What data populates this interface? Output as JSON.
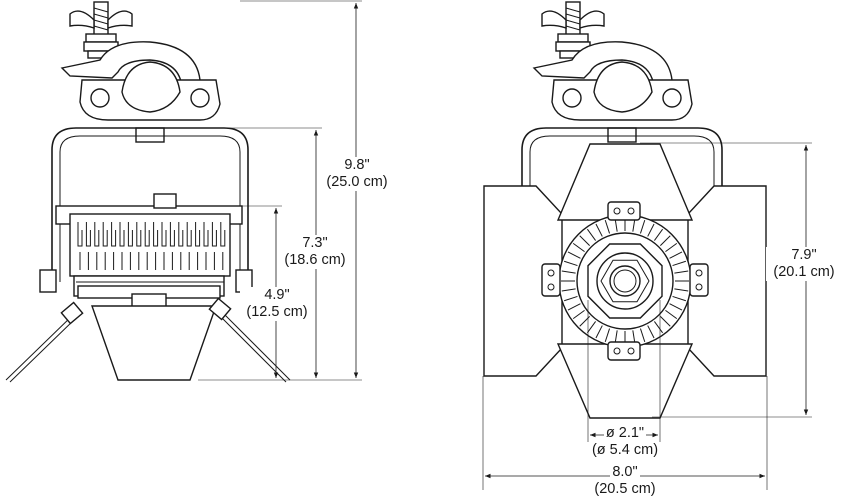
{
  "dimensions": {
    "overall_height": {
      "in": "9.8\"",
      "cm": "(25.0 cm)"
    },
    "yoke_height": {
      "in": "7.3\"",
      "cm": "(18.6 cm)"
    },
    "body_height": {
      "in": "4.9\"",
      "cm": "(12.5 cm)"
    },
    "front_height": {
      "in": "7.9\"",
      "cm": "(20.1 cm)"
    },
    "lens_diameter": {
      "in": "ø 2.1\"",
      "cm": "(ø 5.4 cm)"
    },
    "overall_width": {
      "in": "8.0\"",
      "cm": "(20.5 cm)"
    }
  },
  "colors": {
    "line": "#1a1a1a",
    "background": "#ffffff"
  }
}
